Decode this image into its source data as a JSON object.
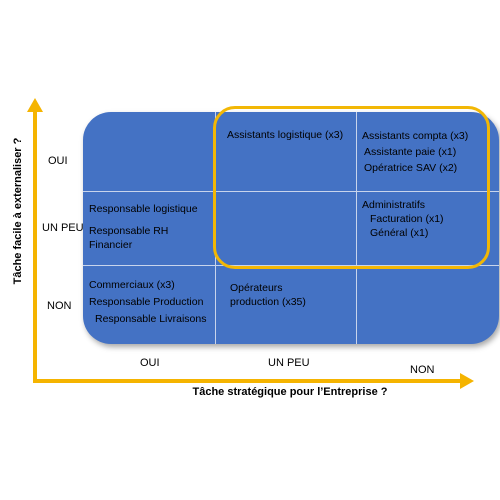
{
  "axes": {
    "y_title": "Tâche facile à externaliser ?",
    "x_title": "Tâche stratégique pour l’Entreprise ?",
    "rows": [
      "OUI",
      "UN PEU",
      "NON"
    ],
    "cols": [
      "OUI",
      "UN PEU",
      "NON"
    ]
  },
  "cells": {
    "r1c2": [
      "Assistants logistique (x3)"
    ],
    "r1c3": [
      "Assistants compta (x3)",
      "Assistante paie (x1)",
      "Opératrice SAV (x2)"
    ],
    "r2c1": [
      "Responsable logistique",
      "Responsable RH",
      "Financier"
    ],
    "r2c3": [
      "Administratifs",
      "Facturation (x1)",
      "Général (x1)"
    ],
    "r3c1": [
      "Commerciaux (x3)",
      "Responsable Production",
      "Responsable Livraisons"
    ],
    "r3c2": [
      "Opérateurs",
      "production (x35)"
    ]
  },
  "colors": {
    "cell_fill": "#4472c4",
    "axis": "#f5b400",
    "highlight": "#f2b705"
  }
}
